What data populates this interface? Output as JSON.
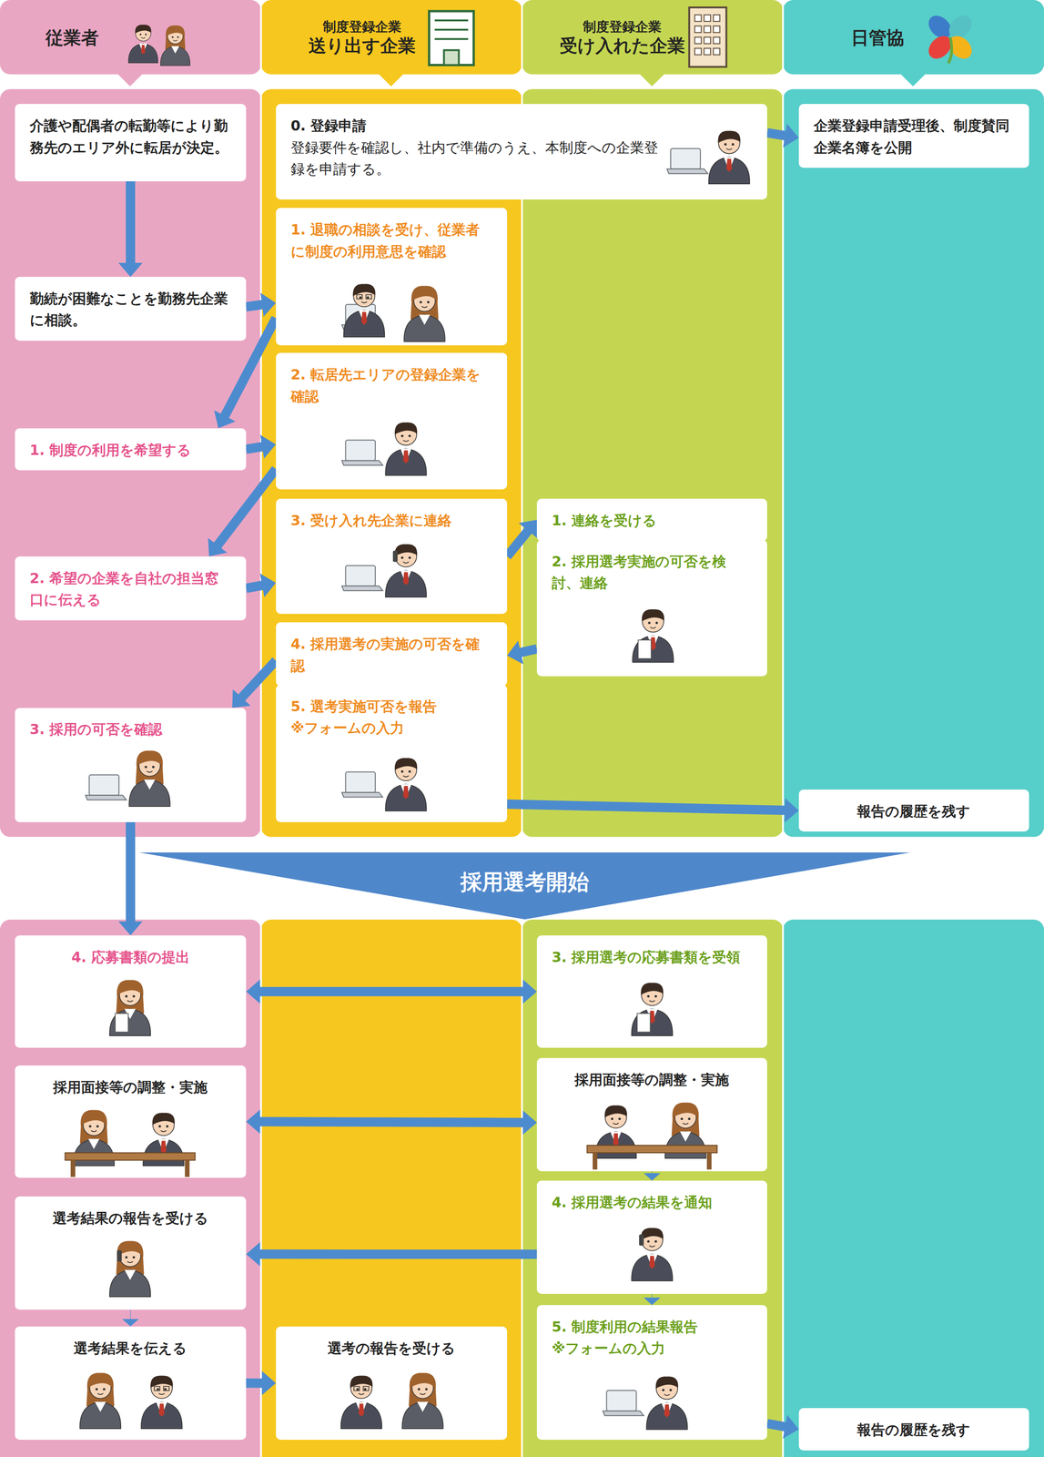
{
  "diagram": {
    "nodes": [
      {
        "text": [
          "従業者"
        ]
      },
      {
        "text": [
          "制度登録企業",
          "送り出す企業"
        ]
      },
      {
        "text": [
          "制度登録企業",
          "受け入れた企業"
        ]
      },
      {
        "text": [
          "日管協"
        ]
      },
      {
        "text": [
          "介護や配偶者の転勤等により勤務先のエリア外に転居が決定。"
        ]
      },
      {
        "text": [
          "0. 登録申請",
          "登録要件を確認し、社内で準備のうえ、本制度への企業登録を申請する。"
        ]
      },
      {
        "text": [
          "企業登録申請受理後、制度賛同企業名簿を公開"
        ]
      },
      {
        "text": [
          "勤続が困難なことを勤務先企業に相談。"
        ]
      },
      {
        "text": [
          "1. 退職の相談を受け、従業者に制度の利用意思を確認"
        ]
      },
      {
        "text": [
          "2. 転居先エリアの登録企業を確認"
        ]
      },
      {
        "text": [
          "1. 制度の利用を希望する"
        ]
      },
      {
        "text": [
          "3. 受け入れ先企業に連絡"
        ]
      },
      {
        "text": [
          "1. 連絡を受ける"
        ]
      },
      {
        "text": [
          "2. 採用選考実施の可否を検討、連絡"
        ]
      },
      {
        "text": [
          "2. 希望の企業を自社の担当窓口に伝える"
        ]
      },
      {
        "text": [
          "4. 採用選考の実施の可否を確認"
        ]
      },
      {
        "text": [
          "5. 選考実施可否を報告",
          "※フォームの入力"
        ]
      },
      {
        "text": [
          "3. 採用の可否を確認"
        ]
      },
      {
        "text": [
          "報告の履歴を残す"
        ]
      },
      {
        "text": [
          "採用選考開始"
        ]
      },
      {
        "text": [
          "4. 応募書類の提出"
        ]
      },
      {
        "text": [
          "3. 採用選考の応募書類を受領"
        ]
      },
      {
        "text": [
          "採用面接等の調整・実施"
        ]
      },
      {
        "text": [
          "採用面接等の調整・実施"
        ]
      },
      {
        "text": [
          "選考結果の報告を受ける"
        ]
      },
      {
        "text": [
          "4. 採用選考の結果を通知"
        ]
      },
      {
        "text": [
          "選考結果を伝える"
        ]
      },
      {
        "text": [
          "選考の報告を受ける"
        ]
      },
      {
        "text": [
          "5. 制度利用の結果報告",
          "※フォームの入力"
        ]
      },
      {
        "text": [
          "報告の履歴を残す"
        ]
      }
    ],
    "edges": [
      {
        "from": 4,
        "to": 7,
        "arrow": "to"
      },
      {
        "from": 5,
        "to": 6,
        "arrow": "to"
      },
      {
        "from": 7,
        "to": 8,
        "arrow": "to"
      },
      {
        "from": 8,
        "to": 10,
        "arrow": "to"
      },
      {
        "from": 10,
        "to": 9,
        "arrow": "to"
      },
      {
        "from": 9,
        "to": 14,
        "arrow": "to"
      },
      {
        "from": 14,
        "to": 11,
        "arrow": "to"
      },
      {
        "from": 11,
        "to": 12,
        "arrow": "to"
      },
      {
        "from": 12,
        "to": 13,
        "arrow": "to"
      },
      {
        "from": 13,
        "to": 15,
        "arrow": "to"
      },
      {
        "from": 15,
        "to": 16,
        "arrow": "to"
      },
      {
        "from": 15,
        "to": 17,
        "arrow": "to"
      },
      {
        "from": 16,
        "to": 18,
        "arrow": "to"
      },
      {
        "from": 17,
        "to": 20,
        "arrow": "to"
      },
      {
        "from": 20,
        "to": 21,
        "arrow": "both"
      },
      {
        "from": 22,
        "to": 23,
        "arrow": "both"
      },
      {
        "from": 23,
        "to": 25,
        "arrow": "to"
      },
      {
        "from": 25,
        "to": 24,
        "arrow": "to"
      },
      {
        "from": 24,
        "to": 26,
        "arrow": "to"
      },
      {
        "from": 26,
        "to": 27,
        "arrow": "to"
      },
      {
        "from": 25,
        "to": 28,
        "arrow": "to"
      },
      {
        "from": 28,
        "to": 29,
        "arrow": "to"
      }
    ]
  }
}
